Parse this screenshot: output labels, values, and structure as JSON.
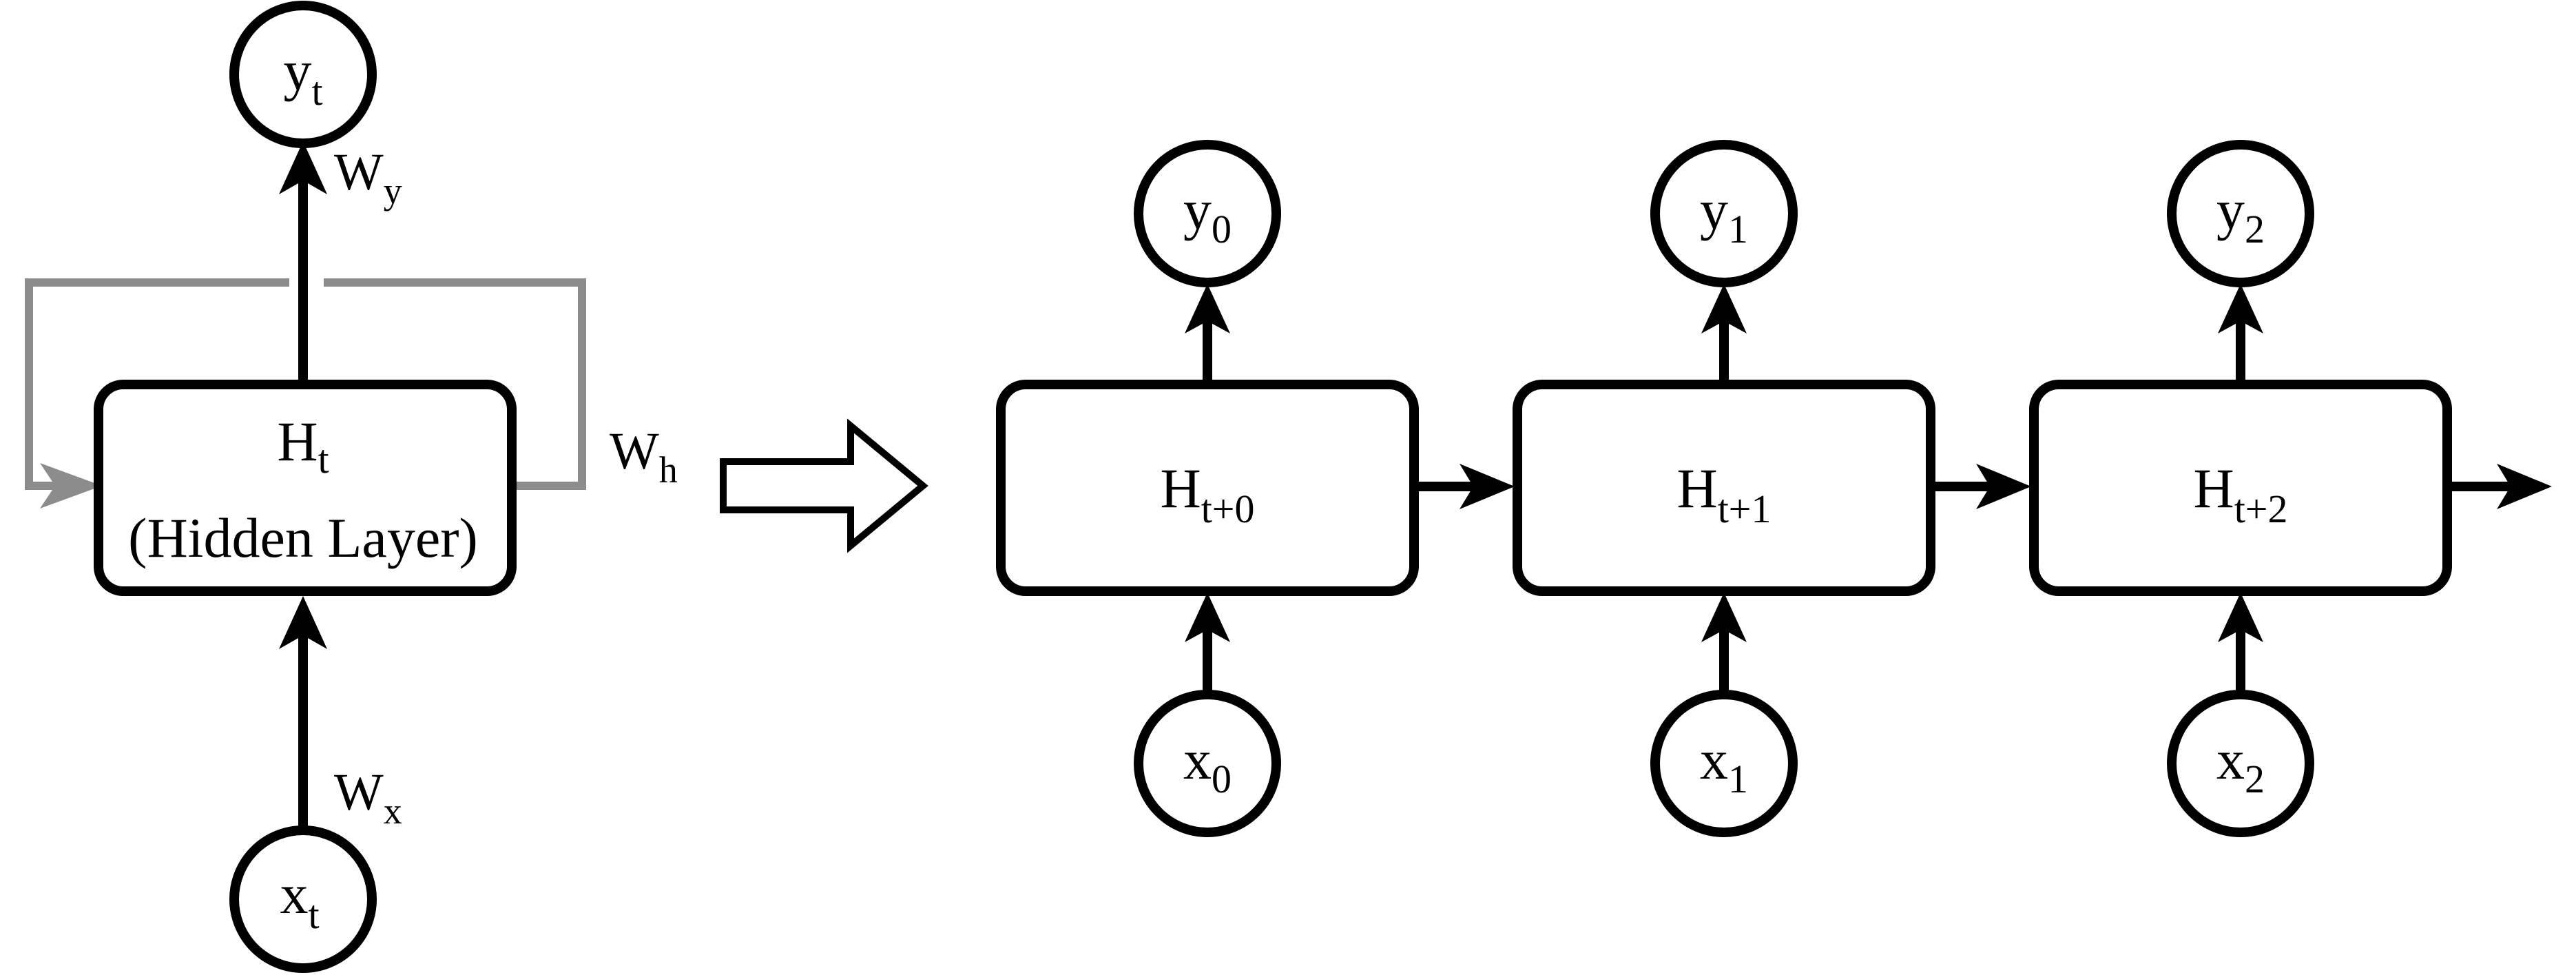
{
  "folded": {
    "output_node": {
      "main": "y",
      "sub": "t"
    },
    "hidden": {
      "main": "H",
      "sub": "t",
      "caption": "(Hidden Layer)"
    },
    "input_node": {
      "main": "x",
      "sub": "t"
    },
    "weights": {
      "output": {
        "main": "W",
        "sub": "y"
      },
      "recurrent": {
        "main": "W",
        "sub": "h"
      },
      "input": {
        "main": "W",
        "sub": "x"
      }
    },
    "colors": {
      "recurrent_loop": "#8c8c8c",
      "stroke": "#000000"
    }
  },
  "unrolled": {
    "steps": [
      {
        "hidden_main": "H",
        "hidden_sub": "t+0",
        "output_main": "y",
        "output_sub": "0",
        "input_main": "x",
        "input_sub": "0"
      },
      {
        "hidden_main": "H",
        "hidden_sub": "t+1",
        "output_main": "y",
        "output_sub": "1",
        "input_main": "x",
        "input_sub": "1"
      },
      {
        "hidden_main": "H",
        "hidden_sub": "t+2",
        "output_main": "y",
        "output_sub": "2",
        "input_main": "x",
        "input_sub": "2"
      }
    ]
  }
}
